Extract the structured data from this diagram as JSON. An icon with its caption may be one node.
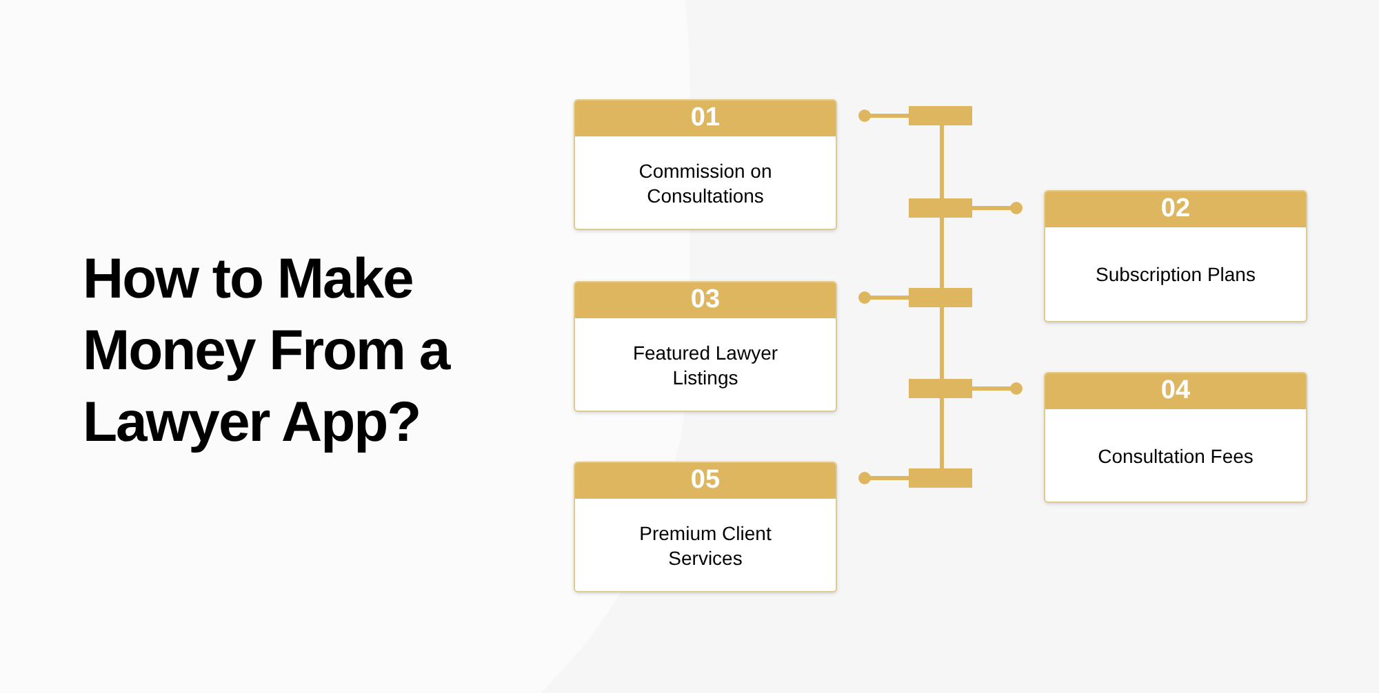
{
  "diagram": {
    "title": "How to Make Money From a Lawyer App?",
    "nodes": [
      {
        "text": [
          "01",
          "Commission on Consultations"
        ]
      },
      {
        "text": [
          "02",
          "Subscription Plans"
        ]
      },
      {
        "text": [
          "03",
          "Featured Lawyer Listings"
        ]
      },
      {
        "text": [
          "04",
          "Consultation Fees"
        ]
      },
      {
        "text": [
          "05",
          "Premium Client Services"
        ]
      }
    ]
  }
}
